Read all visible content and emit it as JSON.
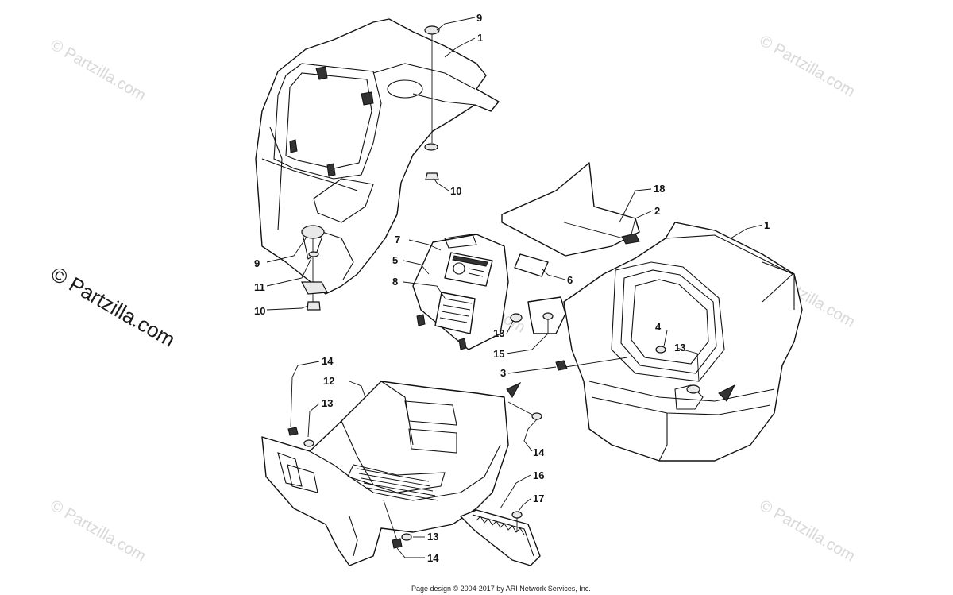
{
  "watermarks": {
    "small": "© Partzilla.com",
    "large": "© Partzilla.com"
  },
  "footer": {
    "text": "Page design © 2004-2017 by ARI Network Services, Inc."
  },
  "callouts": [
    {
      "id": "c1a",
      "text": "1"
    },
    {
      "id": "c9a",
      "text": "9"
    },
    {
      "id": "c10a",
      "text": "10"
    },
    {
      "id": "c9b",
      "text": "9"
    },
    {
      "id": "c11",
      "text": "11"
    },
    {
      "id": "c10b",
      "text": "10"
    },
    {
      "id": "c18",
      "text": "18"
    },
    {
      "id": "c2",
      "text": "2"
    },
    {
      "id": "c1b",
      "text": "1"
    },
    {
      "id": "c7",
      "text": "7"
    },
    {
      "id": "c5",
      "text": "5"
    },
    {
      "id": "c8",
      "text": "8"
    },
    {
      "id": "c6",
      "text": "6"
    },
    {
      "id": "c13a",
      "text": "13"
    },
    {
      "id": "c15",
      "text": "15"
    },
    {
      "id": "c4",
      "text": "4"
    },
    {
      "id": "c13b",
      "text": "13"
    },
    {
      "id": "c3",
      "text": "3"
    },
    {
      "id": "c14a",
      "text": "14"
    },
    {
      "id": "c12",
      "text": "12"
    },
    {
      "id": "c13c",
      "text": "13"
    },
    {
      "id": "c14b",
      "text": "14"
    },
    {
      "id": "c16",
      "text": "16"
    },
    {
      "id": "c17",
      "text": "17"
    },
    {
      "id": "c13d",
      "text": "13"
    },
    {
      "id": "c14c",
      "text": "14"
    }
  ]
}
